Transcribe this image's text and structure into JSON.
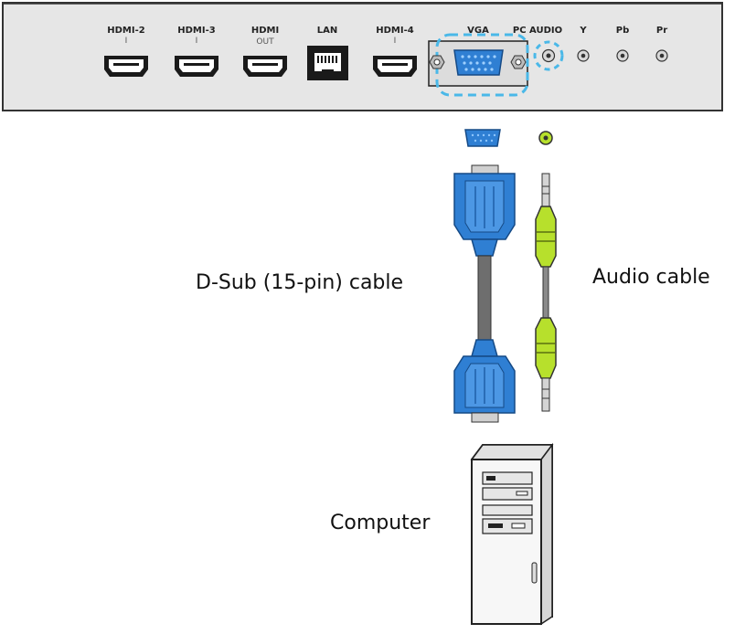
{
  "panel": {
    "ports": [
      {
        "name": "HDMI-2",
        "sub": "I"
      },
      {
        "name": "HDMI-3",
        "sub": "I"
      },
      {
        "name": "HDMI",
        "sub": "OUT"
      },
      {
        "name": "LAN",
        "sub": ""
      },
      {
        "name": "HDMI-4",
        "sub": "I"
      },
      {
        "name": "VGA",
        "sub": ""
      },
      {
        "name": "PC AUDIO",
        "sub": ""
      },
      {
        "name": "Y",
        "sub": ""
      },
      {
        "name": "Pb",
        "sub": ""
      },
      {
        "name": "Pr",
        "sub": ""
      }
    ]
  },
  "labels": {
    "dsub_cable": "D-Sub (15-pin) cable",
    "audio_cable": "Audio cable",
    "computer": "Computer"
  },
  "colors": {
    "panel_fill": "#e6e6e6",
    "vga_blue": "#2f7fd3",
    "audio_green": "#b7e02c",
    "highlight_cyan": "#4ab8e8"
  },
  "icons": [
    "hdmi-port-icon",
    "lan-port-icon",
    "vga-port-icon",
    "audio-jack-icon",
    "rca-jack-icon",
    "vga-connector-icon",
    "audio-plug-icon",
    "computer-tower-icon"
  ]
}
